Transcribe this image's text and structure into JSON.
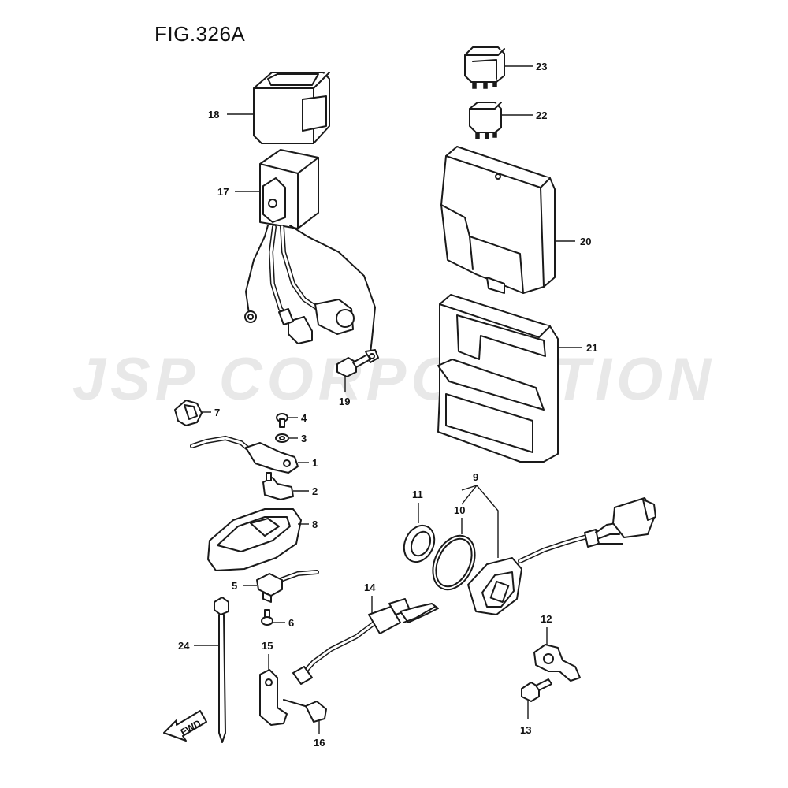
{
  "figure": {
    "title": "FIG.326A",
    "watermark": "JSP CORPORATION",
    "direction_label": "FWD"
  },
  "callouts": {
    "p1": "1",
    "p2": "2",
    "p3": "3",
    "p4": "4",
    "p5": "5",
    "p6": "6",
    "p7": "7",
    "p8": "8",
    "p9": "9",
    "p10": "10",
    "p11": "11",
    "p12": "12",
    "p13": "13",
    "p14": "14",
    "p15": "15",
    "p16": "16",
    "p17": "17",
    "p18": "18",
    "p19": "19",
    "p20": "20",
    "p21": "21",
    "p22": "22",
    "p23": "23",
    "p24": "24"
  },
  "colors": {
    "line": "#1a1a1a",
    "background": "#ffffff",
    "watermark": "#bebebe"
  }
}
